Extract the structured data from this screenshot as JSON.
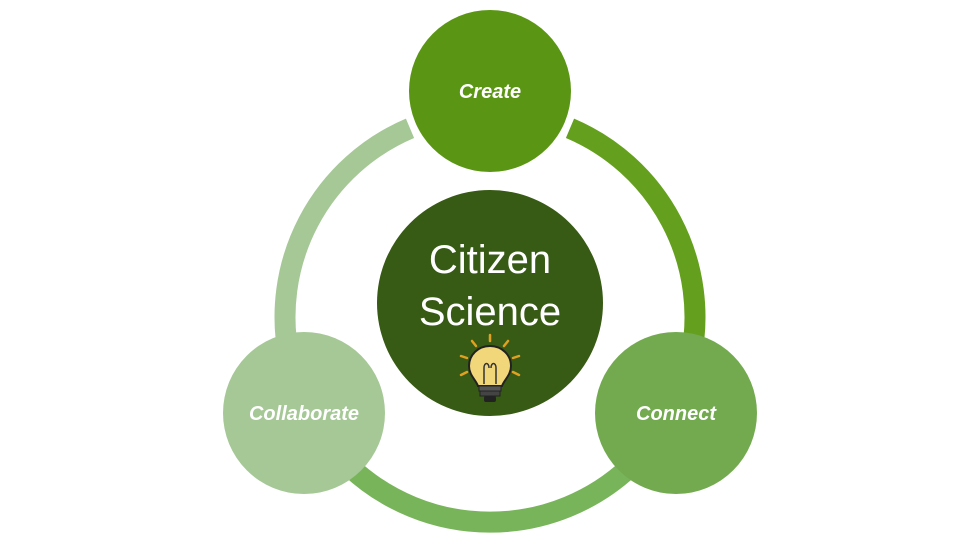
{
  "diagram": {
    "center": {
      "line1": "Citizen",
      "line2": "Science"
    },
    "nodes": {
      "create": "Create",
      "connect": "Connect",
      "collaborate": "Collaborate"
    },
    "colors": {
      "center": "#375a14",
      "create": "#5a9614",
      "connect": "#73aa50",
      "collaborate": "#a5c896",
      "arc_create_connect": "#64a01e",
      "arc_connect_collaborate": "#78b45a",
      "arc_collaborate_create": "#a5c896",
      "bulb": "#f2d77a",
      "bulb_rays": "#e0a020"
    },
    "icons": {
      "center_icon": "lightbulb-icon"
    }
  }
}
